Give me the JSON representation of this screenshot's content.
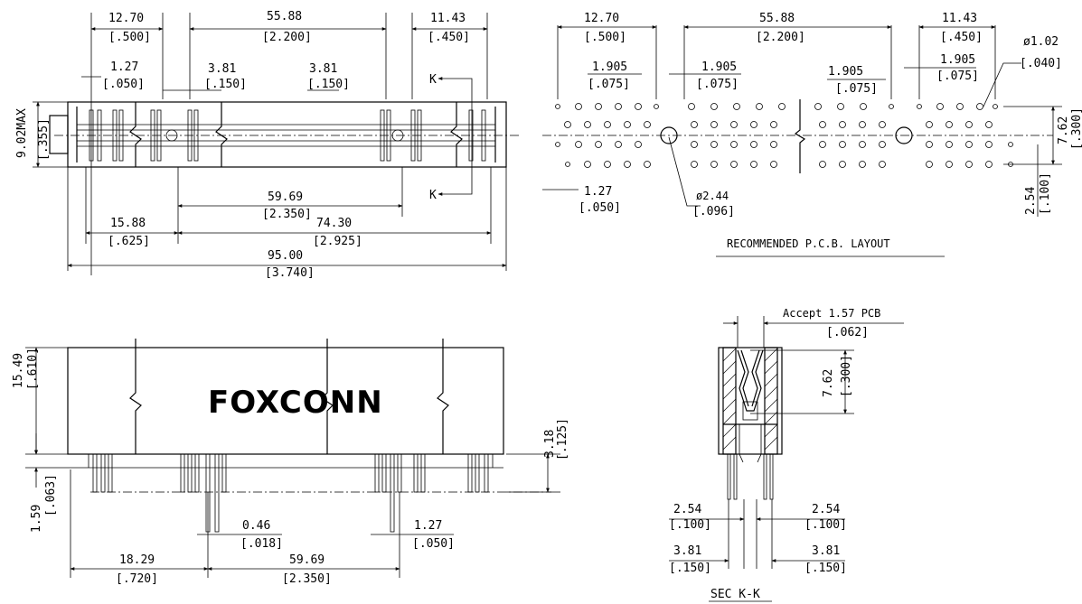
{
  "top_view": {
    "d1": "12.70",
    "d1_in": "[.500]",
    "d2": "55.88",
    "d2_in": "[2.200]",
    "d3": "11.43",
    "d3_in": "[.450]",
    "d4": "1.27",
    "d4_in": "[.050]",
    "d5": "3.81",
    "d5_in": "[.150]",
    "d6": "3.81",
    "d6_in": "[.150]",
    "height": "9.02MAX",
    "height_in": "[.355]",
    "d7": "59.69",
    "d7_in": "[2.350]",
    "d8": "15.88",
    "d8_in": "[.625]",
    "d9": "74.30",
    "d9_in": "[2.925]",
    "d10": "95.00",
    "d10_in": "[3.740]",
    "section_mark_top": "K",
    "section_mark_bottom": "K"
  },
  "pcb_layout": {
    "d1": "12.70",
    "d1_in": "[.500]",
    "d2": "55.88",
    "d2_in": "[2.200]",
    "d3": "11.43",
    "d3_in": "[.450]",
    "pitch_a": "1.905",
    "pitch_a_in": "[.075]",
    "pitch_b": "1.905",
    "pitch_b_in": "[.075]",
    "pitch_c": "1.905",
    "pitch_c_in": "[.075]",
    "pitch_d": "1.905",
    "pitch_d_in": "[.075]",
    "hole": "ø1.02",
    "hole_in": "[.040]",
    "row_span": "7.62",
    "row_span_in": "[.300]",
    "row_pitch": "2.54",
    "row_pitch_in": "[.100]",
    "col_offset": "1.27",
    "col_offset_in": "[.050]",
    "peg": "ø2.44",
    "peg_in": "[.096]",
    "caption": "RECOMMENDED P.C.B. LAYOUT"
  },
  "front_view": {
    "brand": "FOXCONN",
    "height": "15.49",
    "height_in": "[.610]",
    "standoff": "1.59",
    "standoff_in": "[.063]",
    "tail": "3.18",
    "tail_in": "[.125]",
    "pin_w": "0.46",
    "pin_w_in": "[.018]",
    "pin_p": "1.27",
    "pin_p_in": "[.050]",
    "d_left": "18.29",
    "d_left_in": "[.720]",
    "d_right": "59.69",
    "d_right_in": "[2.350]"
  },
  "section_view": {
    "pcb_note": "Accept 1.57 PCB",
    "pcb_note_in": "[.062]",
    "depth": "7.62",
    "depth_in": "[.300]",
    "pitch_l": "2.54",
    "pitch_l_in": "[.100]",
    "pitch_r": "2.54",
    "pitch_r_in": "[.100]",
    "row_l": "3.81",
    "row_l_in": "[.150]",
    "row_r": "3.81",
    "row_r_in": "[.150]",
    "caption": "SEC K-K"
  }
}
